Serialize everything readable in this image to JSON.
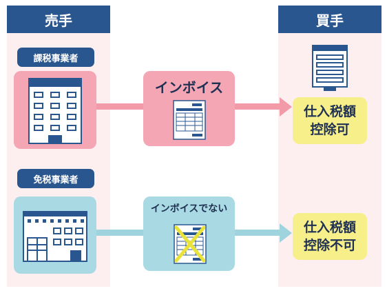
{
  "seller": {
    "header": "売手"
  },
  "buyer": {
    "header": "買手"
  },
  "row1": {
    "seller_type": "課税事業者",
    "document_label": "インボイス",
    "result_line1": "仕入税額",
    "result_line2": "控除可",
    "color": "#f4a6b4",
    "arrow_color": "#f39aa8"
  },
  "row2": {
    "seller_type": "免税事業者",
    "document_label": "インボイスでない",
    "result_line1": "仕入税額",
    "result_line2": "控除不可",
    "color": "#a9dae3",
    "arrow_color": "#9fd3dd"
  },
  "colors": {
    "header_navy": "#2a5690",
    "column_bg": "#fdeef0",
    "result_yellow": "#f6ef8a",
    "cross_yellow": "#e8e23a"
  },
  "icons": {
    "seller_taxable": "office-building-icon",
    "seller_exempt": "shop-building-icon",
    "buyer": "office-tower-icon",
    "invoice": "invoice-document-icon",
    "not_invoice": "crossed-document-icon"
  }
}
